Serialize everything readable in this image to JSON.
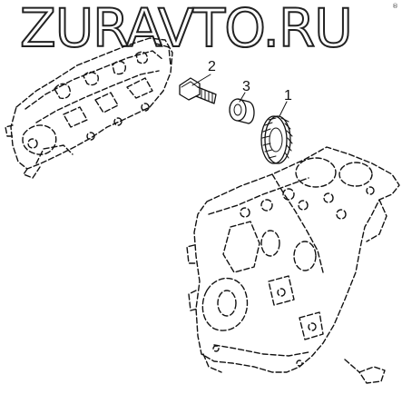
{
  "watermark": {
    "text": "ZURAVTO.RU",
    "mark": "®"
  },
  "callouts": [
    {
      "id": "1",
      "label": "1"
    },
    {
      "id": "2",
      "label": "2"
    },
    {
      "id": "3",
      "label": "3"
    }
  ],
  "parts": {
    "gear": "gear-icon",
    "bolt": "bolt-icon",
    "bushing": "bushing-icon",
    "upper-housing": "engine-cover-icon",
    "lower-housing": "engine-block-icon"
  },
  "colors": {
    "line": "#111111",
    "background": "#ffffff"
  }
}
